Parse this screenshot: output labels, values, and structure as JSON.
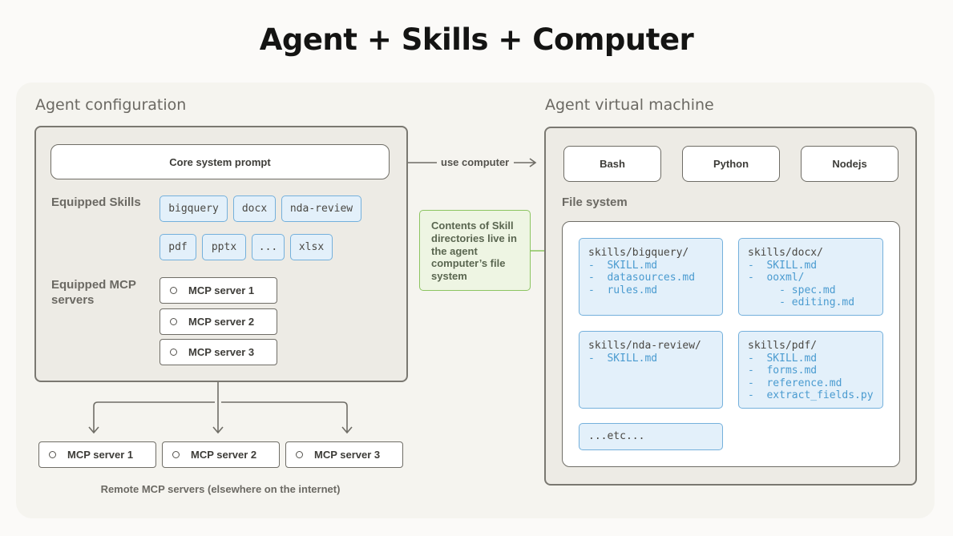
{
  "title": "Agent + Skills + Computer",
  "config": {
    "heading": "Agent configuration",
    "core_prompt": "Core system prompt",
    "skills_label": "Equipped Skills",
    "skills": [
      "bigquery",
      "docx",
      "nda-review",
      "pdf",
      "pptx",
      "...",
      "xlsx"
    ],
    "mcp_label": "Equipped MCP servers",
    "mcp_servers": [
      "MCP server 1",
      "MCP server 2",
      "MCP server 3"
    ]
  },
  "use_computer": "use computer",
  "note": "Contents of Skill directories live in the agent computer’s file system",
  "remote": {
    "servers": [
      "MCP server 1",
      "MCP server 2",
      "MCP server 3"
    ],
    "caption": "Remote MCP servers (elsewhere on the internet)"
  },
  "vm": {
    "heading": "Agent virtual machine",
    "runtimes": [
      "Bash",
      "Python",
      "Nodejs"
    ],
    "fs_label": "File system",
    "dirs": [
      {
        "name": "skills/bigquery/",
        "items": [
          "SKILL.md",
          "datasources.md",
          "rules.md"
        ]
      },
      {
        "name": "skills/docx/",
        "items": [
          "SKILL.md",
          "ooxml/"
        ],
        "subitems": [
          "spec.md",
          "editing.md"
        ]
      },
      {
        "name": "skills/nda-review/",
        "items": [
          "SKILL.md"
        ]
      },
      {
        "name": "skills/pdf/",
        "items": [
          "SKILL.md",
          "forms.md",
          "reference.md",
          "extract_fields.py"
        ]
      }
    ],
    "etc": "...etc..."
  },
  "colors": {
    "skill_blue": "#4a9bd0",
    "note_green": "#8cc461"
  }
}
